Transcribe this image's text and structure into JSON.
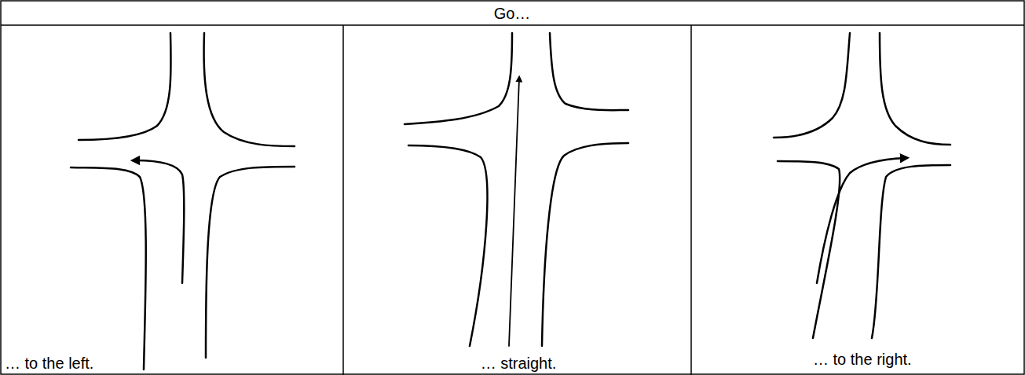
{
  "diagram": {
    "labels": [
      "Go…",
      "… to the left.",
      "… straight.",
      "… to the right."
    ]
  }
}
